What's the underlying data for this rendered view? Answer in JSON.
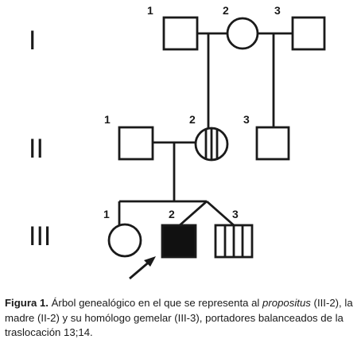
{
  "pedigree": {
    "generations": [
      {
        "label": "I",
        "individuals": [
          {
            "number": "1",
            "sex": "male",
            "status": "unaffected"
          },
          {
            "number": "2",
            "sex": "female",
            "status": "unaffected"
          },
          {
            "number": "3",
            "sex": "male",
            "status": "unaffected"
          }
        ]
      },
      {
        "label": "II",
        "individuals": [
          {
            "number": "1",
            "sex": "male",
            "status": "unaffected"
          },
          {
            "number": "2",
            "sex": "female",
            "status": "balanced-carrier"
          },
          {
            "number": "3",
            "sex": "male",
            "status": "unaffected"
          }
        ]
      },
      {
        "label": "III",
        "individuals": [
          {
            "number": "1",
            "sex": "female",
            "status": "unaffected"
          },
          {
            "number": "2",
            "sex": "male",
            "status": "affected",
            "proband": true
          },
          {
            "number": "3",
            "sex": "male",
            "status": "balanced-carrier",
            "twin_of": "2"
          }
        ]
      }
    ]
  },
  "caption": {
    "label": "Figura 1.",
    "text_1": " Árbol genealógico en el que se representa al ",
    "italic": "propositus",
    "text_2": " (III-2), la madre (II-2) y su homólogo gemelar (III-3), portadores balanceados de la traslocación 13;14."
  },
  "colors": {
    "line": "#1a1a1a",
    "affected_fill": "#111111",
    "background": "#ffffff"
  }
}
